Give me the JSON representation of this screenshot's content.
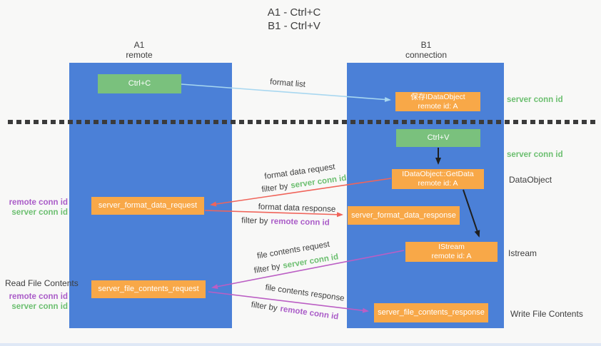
{
  "title": {
    "line1": "A1 - Ctrl+C",
    "line2": "B1 - Ctrl+V"
  },
  "lifelines": {
    "left": {
      "name": "A1",
      "role": "remote"
    },
    "right": {
      "name": "B1",
      "role": "connection"
    }
  },
  "boxes": {
    "ctrl_c": {
      "label": "Ctrl+C"
    },
    "ctrl_v": {
      "label": "Ctrl+V"
    },
    "save_dataobject": {
      "line1": "保存IDataObject",
      "line2": "remote id: A"
    },
    "getdata": {
      "line1": "IDataObject::GetData",
      "line2": "remote id: A"
    },
    "istream": {
      "line1": "IStream",
      "line2": "remote id: A"
    },
    "format_request": {
      "label": "server_format_data_request"
    },
    "format_response": {
      "label": "server_format_data_response"
    },
    "file_request": {
      "label": "server_file_contents_request"
    },
    "file_response": {
      "label": "server_file_contents_response"
    }
  },
  "arrow_labels": {
    "format_list": "format list",
    "format_data_request": "format data request",
    "format_data_response": "format data response",
    "file_contents_request": "file contents request",
    "file_contents_response": "file contents response",
    "filter_prefix": "filter by",
    "server_conn_id": "server conn id",
    "remote_conn_id": "remote conn id"
  },
  "side_labels": {
    "left": {
      "remote_conn_id": "remote conn id",
      "server_conn_id": "server conn id",
      "read_file_contents": "Read File Contents"
    },
    "right": {
      "server_conn_id_top": "server conn id",
      "server_conn_id_mid": "server conn id",
      "dataobject": "DataObject",
      "istream": "Istream",
      "write_file_contents": "Write File Contents"
    }
  },
  "colors": {
    "column_fill": "#4b80d7",
    "action_box": "#7ac17d",
    "message_box": "#f8a848",
    "server_conn_id_label": "#6cbf70",
    "remote_conn_id_label": "#aa5cc8",
    "format_arrow": "#f0645a",
    "file_arrow": "#bb5ec4",
    "format_list_arrow": "#a8d7f0",
    "control_flow_arrow": "#1f1f1f",
    "divider_dash": "#3b3b3b"
  }
}
